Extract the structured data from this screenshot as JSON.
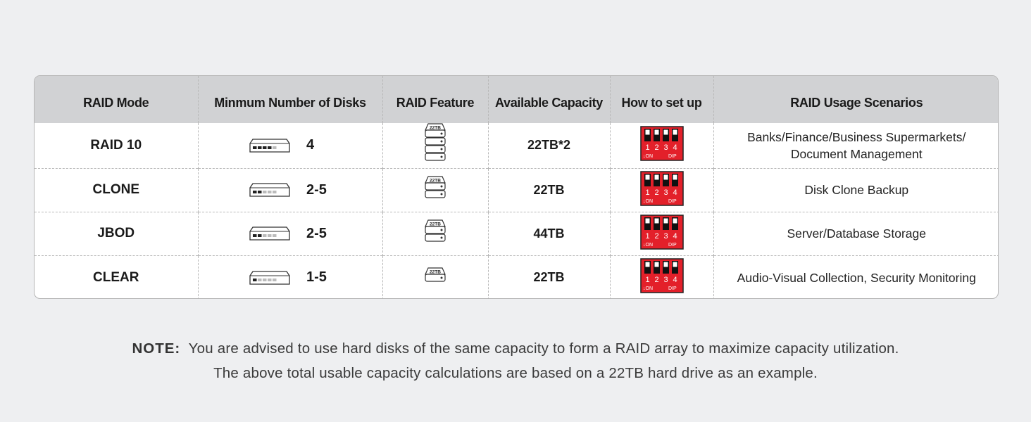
{
  "table": {
    "headers": [
      "RAID Mode",
      "Minmum Number of Disks",
      "RAID Feature",
      "Available Capacity",
      "How to set up",
      "RAID Usage Scenarios"
    ],
    "rows": [
      {
        "mode": "RAID 10",
        "disks": "4",
        "enclosure_icon": "drive-enclosure-4-bay-icon",
        "feature_icon": "disk-stack-4-icon",
        "feature_label": "22TB",
        "capacity": "22TB*2",
        "dip_label": [
          "1",
          "2",
          "3",
          "4",
          "↓ON",
          "DIP"
        ],
        "scenario_lines": [
          "Banks/Finance/Business Supermarkets/",
          "Document Management"
        ]
      },
      {
        "mode": "CLONE",
        "disks": "2-5",
        "enclosure_icon": "drive-enclosure-2-bay-icon",
        "feature_icon": "disk-stack-2-icon",
        "feature_label": "22TB",
        "capacity": "22TB",
        "dip_label": [
          "1",
          "2",
          "3",
          "4",
          "↓ON",
          "DIP"
        ],
        "scenario_lines": [
          "Disk Clone Backup"
        ]
      },
      {
        "mode": "JBOD",
        "disks": "2-5",
        "enclosure_icon": "drive-enclosure-2-bay-icon",
        "feature_icon": "disk-stack-2-icon",
        "feature_label": "22TB",
        "capacity": "44TB",
        "dip_label": [
          "1",
          "2",
          "3",
          "4",
          "↓ON",
          "DIP"
        ],
        "scenario_lines": [
          "Server/Database Storage"
        ]
      },
      {
        "mode": "CLEAR",
        "disks": "1-5",
        "enclosure_icon": "drive-enclosure-1-bay-icon",
        "feature_icon": "disk-single-icon",
        "feature_label": "22TB",
        "capacity": "22TB",
        "dip_label": [
          "1",
          "2",
          "3",
          "4",
          "↓ON",
          "DIP"
        ],
        "scenario_lines": [
          "Audio-Visual Collection, Security Monitoring"
        ]
      }
    ]
  },
  "note": {
    "label": "NOTE:",
    "line1": "You are advised to use hard disks of the same capacity to form a RAID array to maximize capacity utilization.",
    "line2": "The above total usable capacity calculations are based on a 22TB hard drive as an example."
  },
  "colors": {
    "header_bg": "#d1d2d4",
    "page_bg": "#eeeff1",
    "dip_red": "#e3202a"
  }
}
